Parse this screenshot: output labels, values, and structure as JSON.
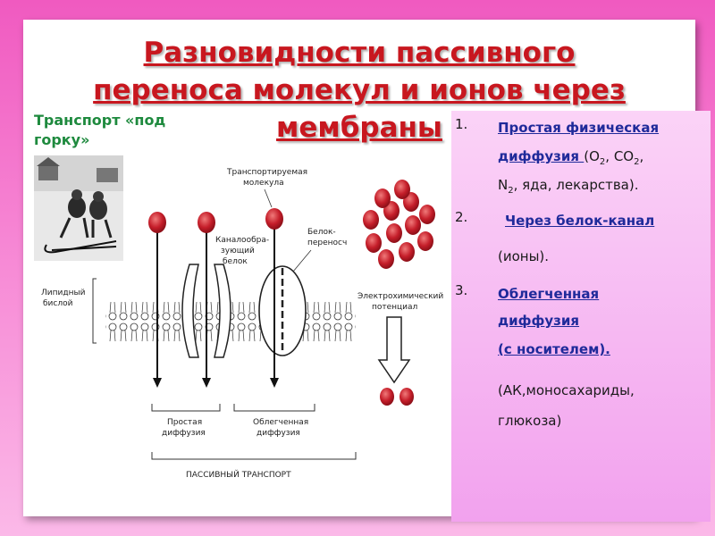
{
  "title": {
    "line1": "Разновидности пассивного",
    "line2": "переноса молекул и ионов через",
    "line3": "мембраны"
  },
  "subtitle": {
    "line1": "Транспорт «под",
    "line2": "горку»"
  },
  "diagram": {
    "transported_molecule": [
      "Транспортируемая",
      "молекула"
    ],
    "carrier_protein": [
      "Белок-",
      "переносч"
    ],
    "channel_protein": [
      "Каналообра-",
      "зующий",
      "белок"
    ],
    "lipid_bilayer": [
      "Липидный",
      "бислой"
    ],
    "electrochemical_potential": [
      "Электрохимический",
      "потенциал"
    ],
    "simple_diffusion": [
      "Простая",
      "диффузия"
    ],
    "facilitated_diffusion": [
      "Облегченная",
      "диффузия"
    ],
    "passive_transport": "ПАССИВНЫЙ ТРАНСПОРТ"
  },
  "list": {
    "item1": {
      "number": "1.",
      "title_a": "Простая физическая",
      "title_b": "диффузия ",
      "o": "(O",
      "o_sub": "2",
      "co": ", CO",
      "co_sub": "2",
      "comma": ",",
      "n": "N",
      "n_sub": "2",
      "rest": ", яда, лекарства)."
    },
    "item2": {
      "number": "2.",
      "title": "Через белок-канал",
      "detail": "(ионы)."
    },
    "item3": {
      "number": "3.",
      "title_a": "Облегченная",
      "title_b": "диффузия",
      "title_c": "(с носителем).",
      "detail_a": "(АК,моносахариды,",
      "detail_b": "глюкоза)"
    }
  },
  "colors": {
    "title": "#c8171f",
    "subtitle": "#1e8a3e",
    "list_link": "#1f2a9a",
    "molecule": "#c51e2a",
    "background": "#f05ac0",
    "panel": "#f6b8f2"
  },
  "icons": [
    "sledding-photo"
  ]
}
